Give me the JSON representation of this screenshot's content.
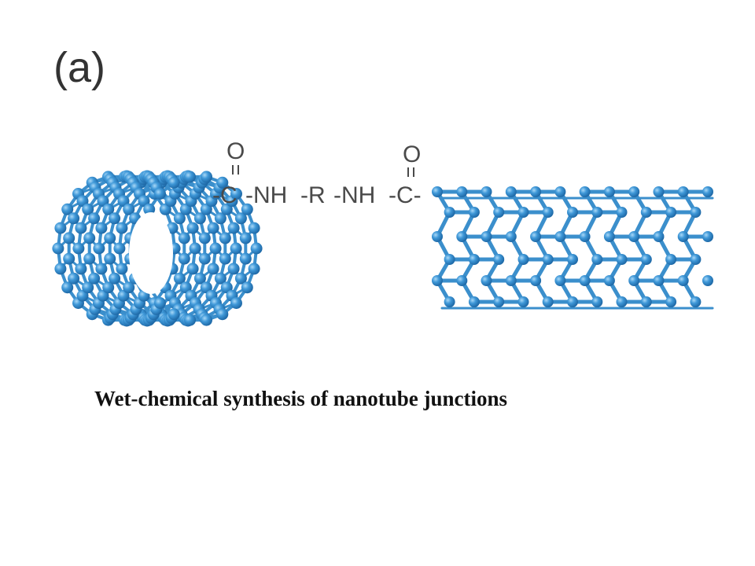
{
  "figure": {
    "panel_label": "(a)",
    "caption": "Wet-chemical synthesis of nanotube junctions"
  },
  "linker": {
    "oxygen_left": "O",
    "oxygen_right": "O",
    "segments": [
      "-C",
      "-NH",
      "-R",
      "-NH",
      "-C-"
    ]
  },
  "colors": {
    "atom": "#3f98d8",
    "atom_highlight": "#8fcaf2",
    "atom_shadow": "#1f6aa8",
    "bond": "#3b8fcc"
  }
}
